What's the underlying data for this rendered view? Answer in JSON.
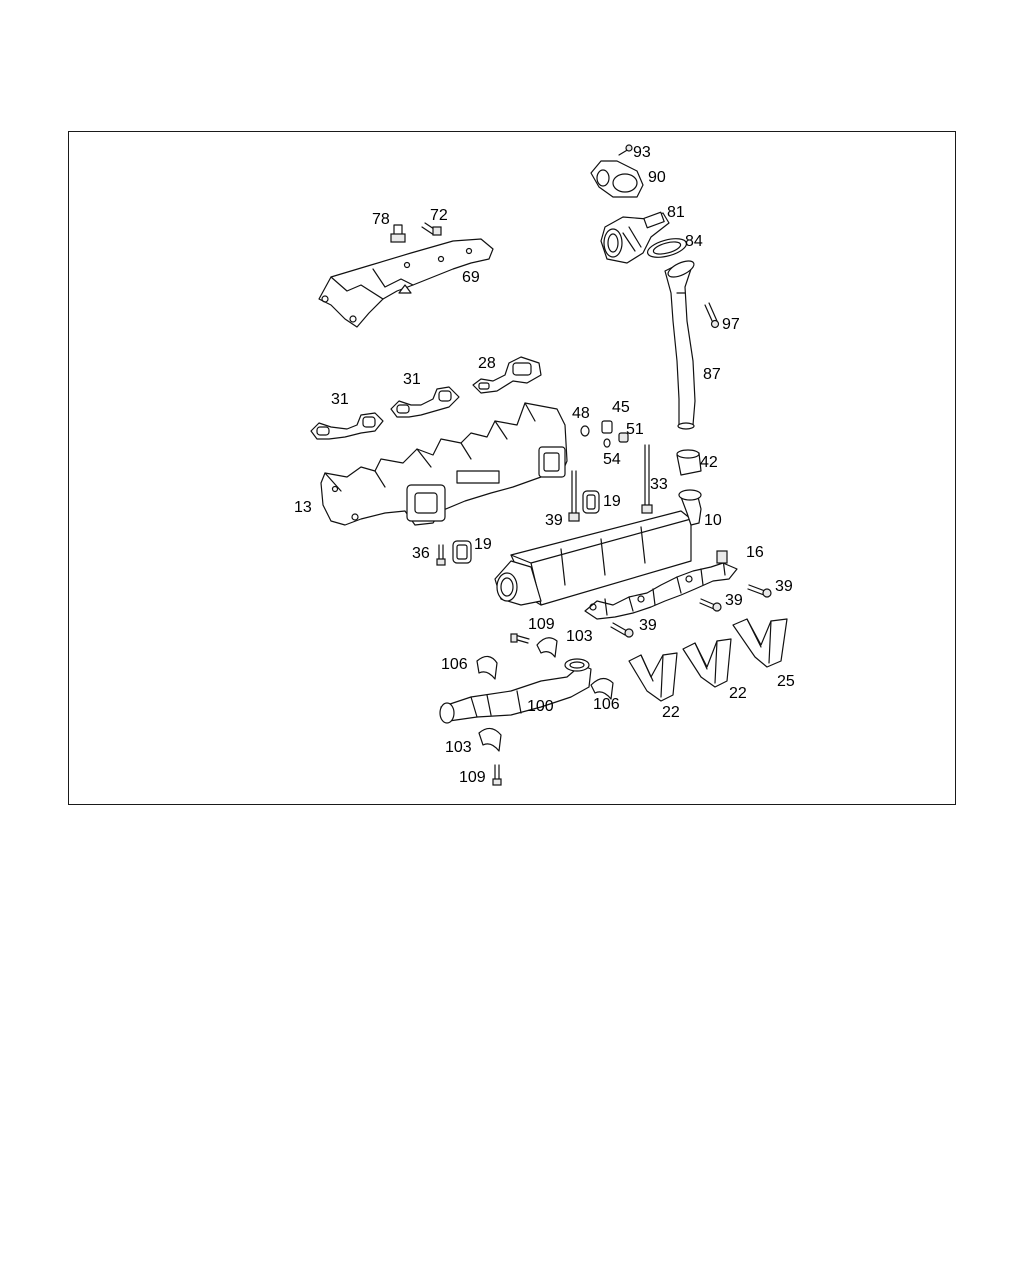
{
  "parts": [
    {
      "id": "93",
      "label": "93"
    },
    {
      "id": "90",
      "label": "90"
    },
    {
      "id": "81",
      "label": "81"
    },
    {
      "id": "84",
      "label": "84"
    },
    {
      "id": "78",
      "label": "78"
    },
    {
      "id": "72",
      "label": "72"
    },
    {
      "id": "69",
      "label": "69"
    },
    {
      "id": "97",
      "label": "97"
    },
    {
      "id": "87",
      "label": "87"
    },
    {
      "id": "28",
      "label": "28"
    },
    {
      "id": "31a",
      "label": "31"
    },
    {
      "id": "31b",
      "label": "31"
    },
    {
      "id": "48",
      "label": "48"
    },
    {
      "id": "45",
      "label": "45"
    },
    {
      "id": "51",
      "label": "51"
    },
    {
      "id": "54",
      "label": "54"
    },
    {
      "id": "42",
      "label": "42"
    },
    {
      "id": "33",
      "label": "33"
    },
    {
      "id": "13",
      "label": "13"
    },
    {
      "id": "39a",
      "label": "39"
    },
    {
      "id": "19a",
      "label": "19"
    },
    {
      "id": "10",
      "label": "10"
    },
    {
      "id": "36",
      "label": "36"
    },
    {
      "id": "19b",
      "label": "19"
    },
    {
      "id": "16",
      "label": "16"
    },
    {
      "id": "39b",
      "label": "39"
    },
    {
      "id": "39c",
      "label": "39"
    },
    {
      "id": "39d",
      "label": "39"
    },
    {
      "id": "109a",
      "label": "109"
    },
    {
      "id": "103a",
      "label": "103"
    },
    {
      "id": "106a",
      "label": "106"
    },
    {
      "id": "100",
      "label": "100"
    },
    {
      "id": "106b",
      "label": "106"
    },
    {
      "id": "22a",
      "label": "22"
    },
    {
      "id": "22b",
      "label": "22"
    },
    {
      "id": "25",
      "label": "25"
    },
    {
      "id": "103b",
      "label": "103"
    },
    {
      "id": "109b",
      "label": "109"
    }
  ]
}
